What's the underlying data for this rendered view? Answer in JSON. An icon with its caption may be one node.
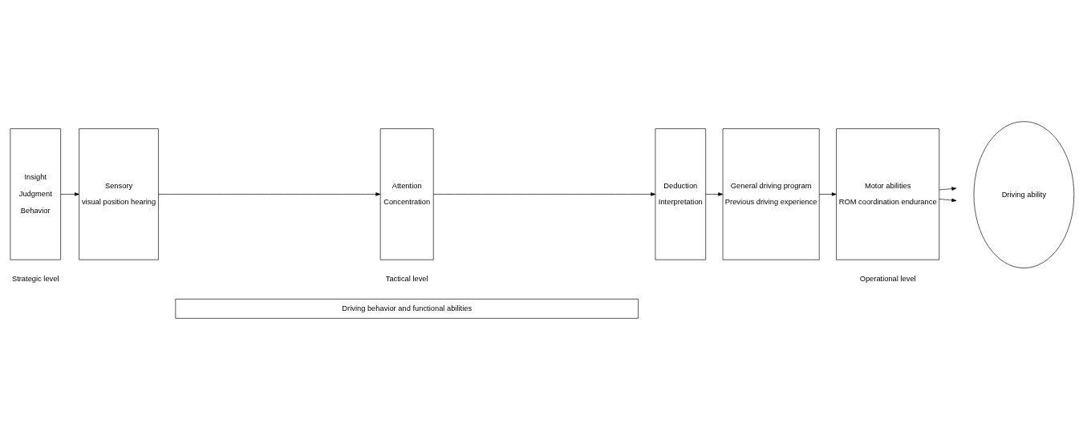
{
  "diagram": {
    "nodes": [
      {
        "text": [
          "Insight",
          "Judgment",
          "Behavior"
        ]
      },
      {
        "text": [
          "Sensory",
          "visual position hearing"
        ]
      },
      {
        "text": [
          "Attention",
          "Concentration"
        ]
      },
      {
        "text": [
          "Deduction",
          "Interpretation"
        ]
      },
      {
        "text": [
          "General driving program",
          "Previous driving experience"
        ]
      },
      {
        "text": [
          "Motor abilities",
          "ROM coordination endurance"
        ]
      },
      {
        "text": [
          "Driving ability"
        ]
      },
      {
        "text": [
          "Driving behavior and functional abilities"
        ]
      }
    ],
    "edges": [
      {
        "from": 0,
        "to": 1,
        "arrow": "to"
      },
      {
        "from": 1,
        "to": 2,
        "arrow": "to"
      },
      {
        "from": 2,
        "to": 3,
        "arrow": "to"
      },
      {
        "from": 3,
        "to": 4,
        "arrow": "to"
      },
      {
        "from": 4,
        "to": 5,
        "arrow": "to"
      },
      {
        "from": 5,
        "to": null,
        "arrow": "to"
      },
      {
        "from": 5,
        "to": null,
        "arrow": "to"
      }
    ],
    "labels": [
      "Strategic level",
      "Tactical level",
      "Operational level"
    ]
  }
}
